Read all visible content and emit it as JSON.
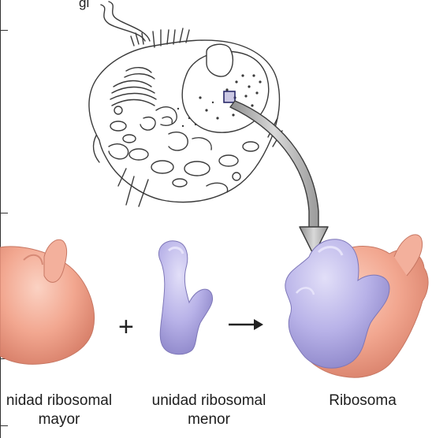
{
  "top_fragment": "gi",
  "operators": {
    "plus": "+",
    "arrow": "→"
  },
  "labels": {
    "large_subunit_line1": "nidad ribosomal",
    "large_subunit_line2": "mayor",
    "small_subunit_line1": "unidad ribosomal",
    "small_subunit_line2": "menor",
    "ribosome": "Ribosoma"
  },
  "colors": {
    "large_subunit": "#f0a38f",
    "small_subunit": "#b9b3e6",
    "arrow_fill": "#b8b8b8",
    "outline": "#3a3a3a"
  }
}
